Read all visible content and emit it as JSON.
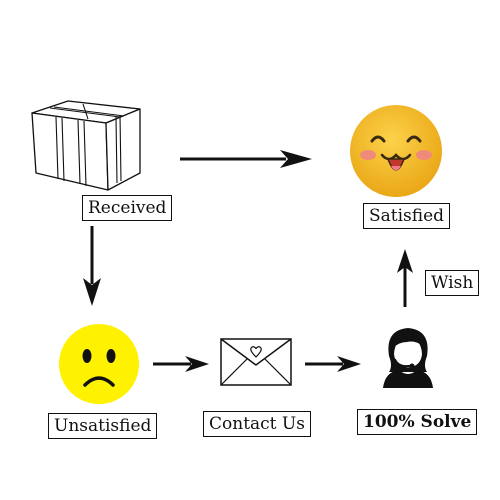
{
  "nodes": {
    "received": {
      "label": "Received",
      "icon": "box-icon"
    },
    "satisfied": {
      "label": "Satisfied",
      "icon": "happy-face-icon"
    },
    "unsatisfied": {
      "label": "Unsatisfied",
      "icon": "sad-face-icon"
    },
    "contact_us": {
      "label": "Contact Us",
      "icon": "envelope-heart-icon"
    },
    "solve": {
      "label": "100% Solve",
      "icon": "support-agent-icon"
    }
  },
  "edges": {
    "wish": {
      "label": "Wish"
    }
  },
  "colors": {
    "happy_face": "#f4b822",
    "sad_face": "#fff200",
    "blush": "#f08a7a",
    "ink": "#111111"
  }
}
